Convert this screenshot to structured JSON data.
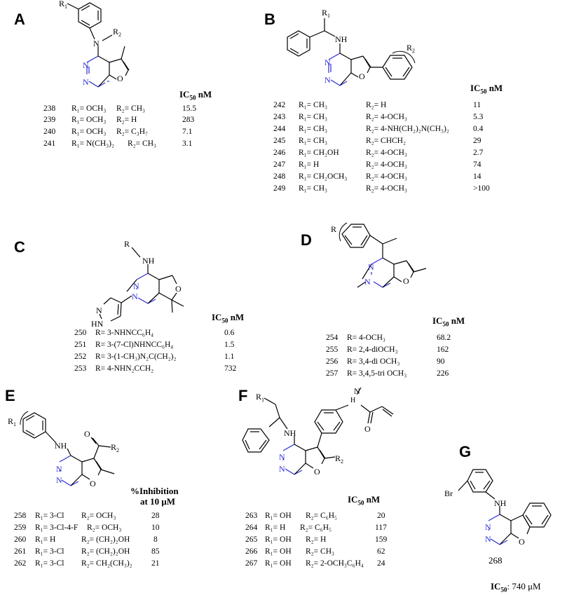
{
  "panels": {
    "A": {
      "letter": "A",
      "header": [
        "IC",
        "50",
        " nM"
      ],
      "rows": [
        {
          "id": "238",
          "r1": "R₁= OCH₃",
          "r2": "R₂= CH₃",
          "val": "15.5"
        },
        {
          "id": "239",
          "r1": "R₁= OCH₃",
          "r2": "R₂= H",
          "val": "283"
        },
        {
          "id": "240",
          "r1": "R₁= OCH₃",
          "r2": "R₂= C₃H₇",
          "val": "7.1"
        },
        {
          "id": "241",
          "r1": "R₁= N(CH₃)₂",
          "r2": "R₂= CH₃",
          "val": "3.1"
        }
      ]
    },
    "B": {
      "letter": "B",
      "header": [
        "IC",
        "50",
        " nM"
      ],
      "rows": [
        {
          "id": "242",
          "r1": "R₁= CH₃",
          "r2": "R₂= H",
          "val": "11"
        },
        {
          "id": "243",
          "r1": "R₁= CH₃",
          "r2": "R₂= 4-OCH₃",
          "val": "5.3"
        },
        {
          "id": "244",
          "r1": "R₁= CH₃",
          "r2": "R₂= 4-NH(CH₂)₂N(CH₃)₂",
          "val": "0.4"
        },
        {
          "id": "245",
          "r1": "R₁= CH₃",
          "r2": "R₂= CHCH₂",
          "val": "29"
        },
        {
          "id": "246",
          "r1": "R₁= CH₂OH",
          "r2": "R₂= 4-OCH₃",
          "val": "2.7"
        },
        {
          "id": "247",
          "r1": "R₁= H",
          "r2": "R₂= 4-OCH₃",
          "val": "74"
        },
        {
          "id": "248",
          "r1": "R₁= CH₂OCH₃",
          "r2": "R₂= 4-OCH₃",
          "val": "14"
        },
        {
          "id": "249",
          "r1": "R₁= CH₃",
          "r2": "R₂= 4-OCH₃",
          "val": ">100"
        }
      ]
    },
    "C": {
      "letter": "C",
      "header": [
        "IC",
        "50",
        " nM"
      ],
      "rows": [
        {
          "id": "250",
          "r1": "R= 3-NHNCC₆H₄",
          "val": "0.6"
        },
        {
          "id": "251",
          "r1": "R= 3-(7-Cl)NHNCC₆H₄",
          "val": "1.5"
        },
        {
          "id": "252",
          "r1": "R= 3-(1-CH₃)N₂C(CH₂)₂",
          "val": "1.1"
        },
        {
          "id": "253",
          "r1": "R= 4-NHN₂CCH₂",
          "val": "732"
        }
      ]
    },
    "D": {
      "letter": "D",
      "header": [
        "IC",
        "50",
        " nM"
      ],
      "rows": [
        {
          "id": "254",
          "r1": "R= 4-OCH₃",
          "val": "68.2"
        },
        {
          "id": "255",
          "r1": "R= 2,4-diOCH₃",
          "val": "162"
        },
        {
          "id": "256",
          "r1": "R= 3,4-di OCH₃",
          "val": "90"
        },
        {
          "id": "257",
          "r1": "R= 3,4,5-tri OCH₃",
          "val": "226"
        }
      ]
    },
    "E": {
      "letter": "E",
      "header_line1": "%Inhibition",
      "header_line2": "at 10 μM",
      "rows": [
        {
          "id": "258",
          "r1": "R₁= 3-Cl",
          "r2": "R₂= OCH₃",
          "val": "28"
        },
        {
          "id": "259",
          "r1": "R₁= 3-Cl-4-F",
          "r2": "R₂= OCH₃",
          "val": "10"
        },
        {
          "id": "260",
          "r1": "R₁= H",
          "r2": "R₂= (CH₂)₂OH",
          "val": "8"
        },
        {
          "id": "261",
          "r1": "R₁= 3-Cl",
          "r2": "R₂= (CH₂)₂OH",
          "val": "85"
        },
        {
          "id": "262",
          "r1": "R₁= 3-Cl",
          "r2": "R₂= CH₂(CH₃)₂",
          "val": "21"
        }
      ]
    },
    "F": {
      "letter": "F",
      "header": [
        "IC",
        "50",
        " nM"
      ],
      "rows": [
        {
          "id": "263",
          "r1": "R₁= OH",
          "r2": "R₂= C₆H₅",
          "val": "20"
        },
        {
          "id": "264",
          "r1": "R₁= H",
          "r2": "R₂= C₆H₅",
          "val": "117"
        },
        {
          "id": "265",
          "r1": "R₁= OH",
          "r2": "R₂= H",
          "val": "159"
        },
        {
          "id": "266",
          "r1": "R₁= OH",
          "r2": "R₂= CH₃",
          "val": "62"
        },
        {
          "id": "267",
          "r1": "R₁= OH",
          "r2": "R₂= 2-OCH₃C₆H₄",
          "val": "24"
        }
      ]
    },
    "G": {
      "letter": "G",
      "compound_id": "268",
      "ic50_label": "IC",
      "ic50_sub": "50",
      "ic50_value": ": 740 μM"
    }
  },
  "atoms": {
    "N": "N",
    "O": "O",
    "NH": "NH",
    "HN": "HN",
    "R": "R",
    "R1": "R",
    "R2": "R",
    "one": "1",
    "two": "2",
    "Br": "Br"
  },
  "colors": {
    "pyrimidine": "#2b2bd6",
    "bond": "#000000"
  }
}
